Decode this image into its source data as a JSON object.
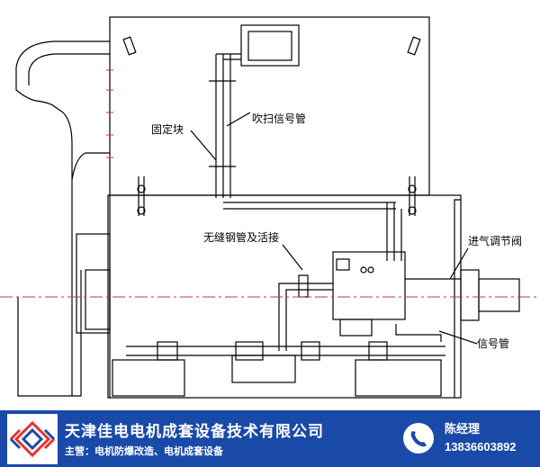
{
  "diagram": {
    "labels": {
      "signal_purge_pipe": "吹扫信号管",
      "fixing_block": "固定块",
      "seamless_pipe": "无缝钢管及活接",
      "air_inlet_valve": "进气调节阀",
      "signal_pipe": "信号管"
    },
    "colors": {
      "line": "#000000",
      "axis": "#d03030"
    }
  },
  "banner": {
    "company_name": "天津佳电电机成套设备技术有限公司",
    "business_line": "主营：电机防爆改造、电机成套设备",
    "contact_name": "陈经理",
    "contact_phone": "13836603892",
    "background": "#1a4aa8",
    "logo_colors": [
      "#e8322a",
      "#1a4aa8"
    ],
    "phone_icon": "phone-icon"
  }
}
